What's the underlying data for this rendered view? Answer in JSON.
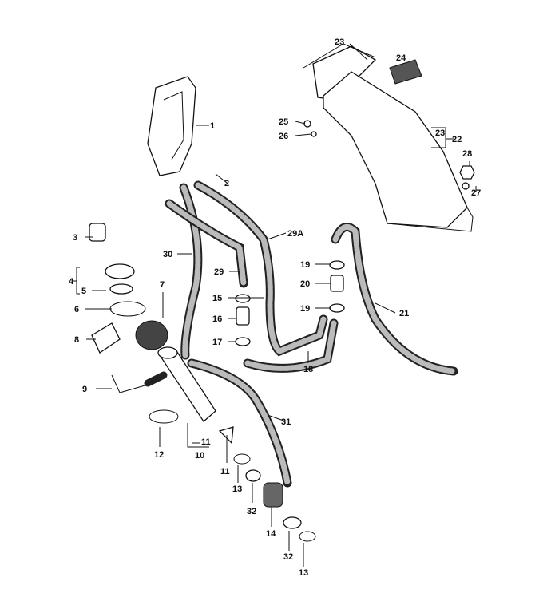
{
  "labels": {
    "p1": "1",
    "p2": "2",
    "p3": "3",
    "p4": "4",
    "p5": "5",
    "p6": "6",
    "p7": "7",
    "p8": "8",
    "p9": "9",
    "p10": "10",
    "p11a": "11",
    "p11b": "11",
    "p12": "12",
    "p13a": "13",
    "p13b": "13",
    "p14": "14",
    "p15": "15",
    "p16": "16",
    "p17": "17",
    "p18": "18",
    "p19a": "19",
    "p19b": "19",
    "p20": "20",
    "p21": "21",
    "p22": "22",
    "p23a": "23",
    "p23b": "23",
    "p24": "24",
    "p25": "25",
    "p26": "26",
    "p27": "27",
    "p28": "28",
    "p29": "29",
    "p29a": "29A",
    "p30": "30",
    "p31": "31",
    "p32a": "32",
    "p32b": "32"
  }
}
